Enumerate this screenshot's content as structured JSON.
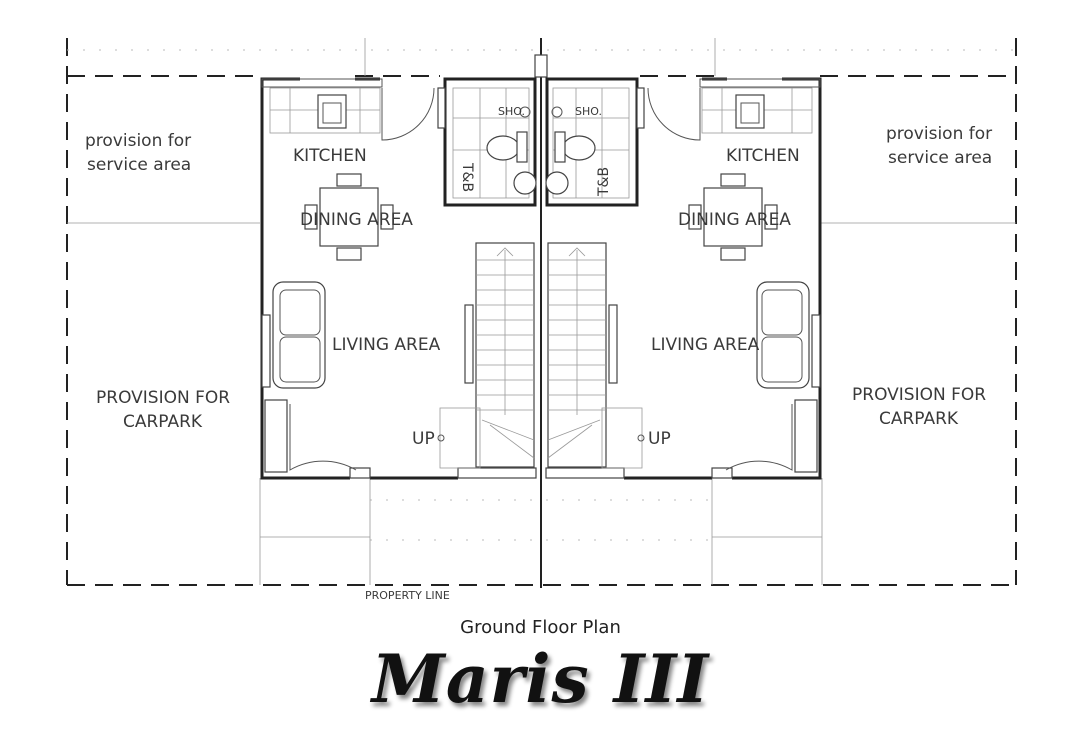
{
  "plan": {
    "labels": {
      "service_left_1": "provision for",
      "service_left_2": "service area",
      "service_right_1": "provision for",
      "service_right_2": "service area",
      "kitchen_left": "KITCHEN",
      "kitchen_right": "KITCHEN",
      "dining_left": "DINING AREA",
      "dining_right": "DINING AREA",
      "living_left": "LIVING AREA",
      "living_right": "LIVING AREA",
      "carpark_left_1": "PROVISION FOR",
      "carpark_left_2": "CARPARK",
      "carpark_right_1": "PROVISION FOR",
      "carpark_right_2": "CARPARK",
      "shower_left": "SHO.",
      "shower_right": "SHO.",
      "tb_left": "T&B",
      "tb_right": "T&B",
      "up_left": "UP",
      "up_right": "UP",
      "property_line": "PROPERTY LINE"
    }
  },
  "caption": {
    "subtitle": "Ground Floor Plan",
    "title": "Maris III"
  }
}
